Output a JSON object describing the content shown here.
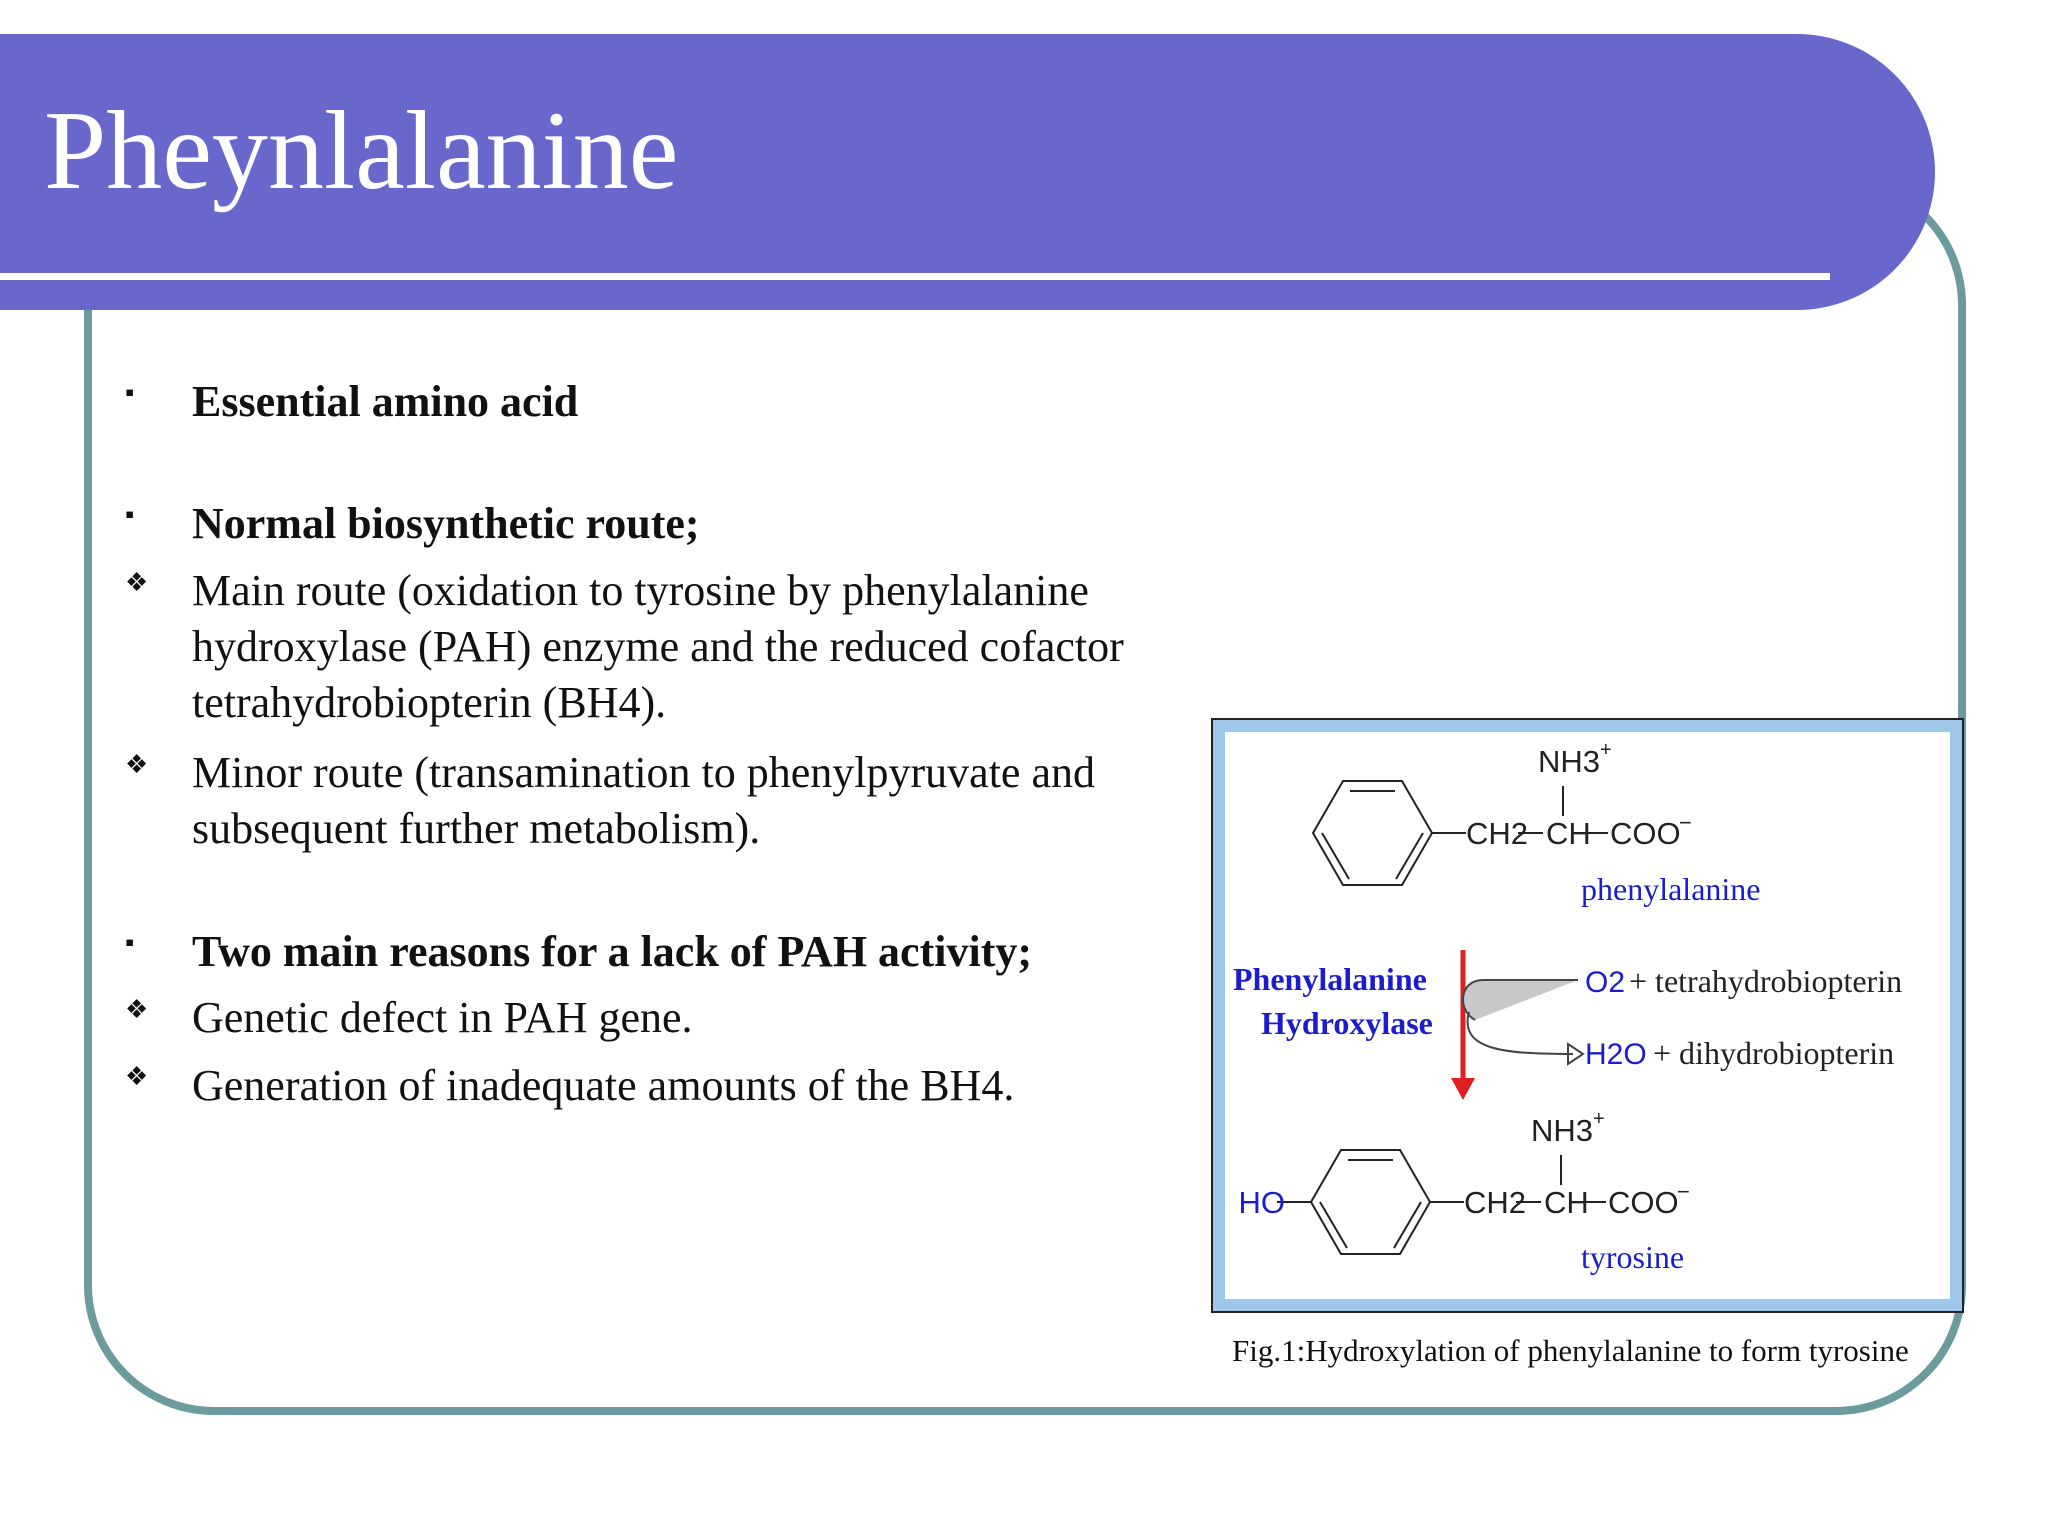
{
  "slide": {
    "title": "Pheynlalanine",
    "bullets": [
      {
        "marker": "▪",
        "text": "Essential amino acid",
        "bold": true
      },
      {
        "marker": "▪",
        "text": "Normal biosynthetic route;",
        "bold": true
      },
      {
        "marker": "❖",
        "text": "Main route (oxidation to tyrosine by phenylalanine hydroxylase (PAH) enzyme and the reduced cofactor tetrahydrobiopterin (BH4).",
        "bold": false
      },
      {
        "marker": "❖",
        "text": "Minor route (transamination to phenylpyruvate and subsequent further metabolism).",
        "bold": false
      },
      {
        "marker": "▪",
        "text": "Two main reasons for a lack of PAH activity;",
        "bold": true
      },
      {
        "marker": "❖",
        "text": "Genetic defect in PAH gene.",
        "bold": false
      },
      {
        "marker": "❖",
        "text": "Generation of inadequate amounts of the BH4.",
        "bold": false
      }
    ]
  },
  "figure": {
    "top_molecule": {
      "nh3": "NH3",
      "ch2": "CH2",
      "ch": "CH",
      "coo": "COO",
      "name": "phenylalanine"
    },
    "enzyme": [
      "Phenylalanine",
      "Hydroxylase"
    ],
    "reactants": {
      "o2": "O2",
      "plus1": "+ tetrahydrobiopterin"
    },
    "products": {
      "h2o": "H2O",
      "plus2": "+ dihydrobiopterin"
    },
    "bottom_molecule": {
      "ho": "HO",
      "nh3": "NH3",
      "ch2": "CH2",
      "ch": "CH",
      "coo": "COO",
      "name": "tyrosine"
    },
    "caption": "Fig.1:Hydroxylation of phenylalanine to form tyrosine",
    "colors": {
      "frame": "#9fc7ec",
      "label_blue": "#1c1ccc",
      "arrow_red": "#e02020"
    }
  }
}
